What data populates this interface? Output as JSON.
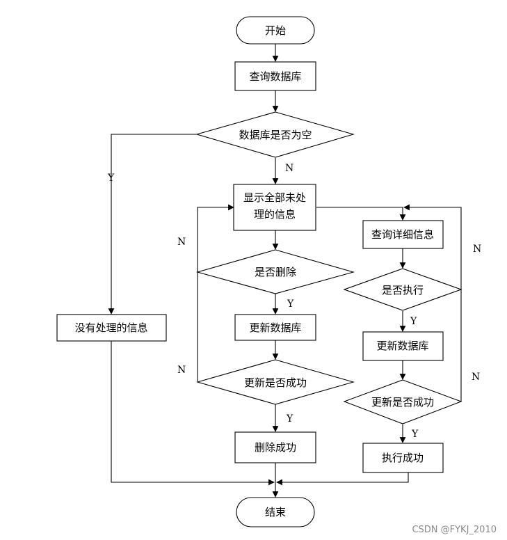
{
  "flowchart": {
    "start": "开始",
    "query_db": "查询数据库",
    "db_empty": "数据库是否为空",
    "show_all_line1": "显示全部未处",
    "show_all_line2": "理的信息",
    "no_pending": "没有处理的信息",
    "is_delete": "是否删除",
    "update_db_left": "更新数据库",
    "update_ok_left": "更新是否成功",
    "delete_ok": "删除成功",
    "query_detail": "查询详细信息",
    "is_execute": "是否执行",
    "update_db_right": "更新数据库",
    "update_ok_right": "更新是否成功",
    "execute_ok": "执行成功",
    "end": "结束"
  },
  "labels": {
    "yes": "Y",
    "no": "N"
  },
  "watermark": "CSDN @FYKJ_2010"
}
